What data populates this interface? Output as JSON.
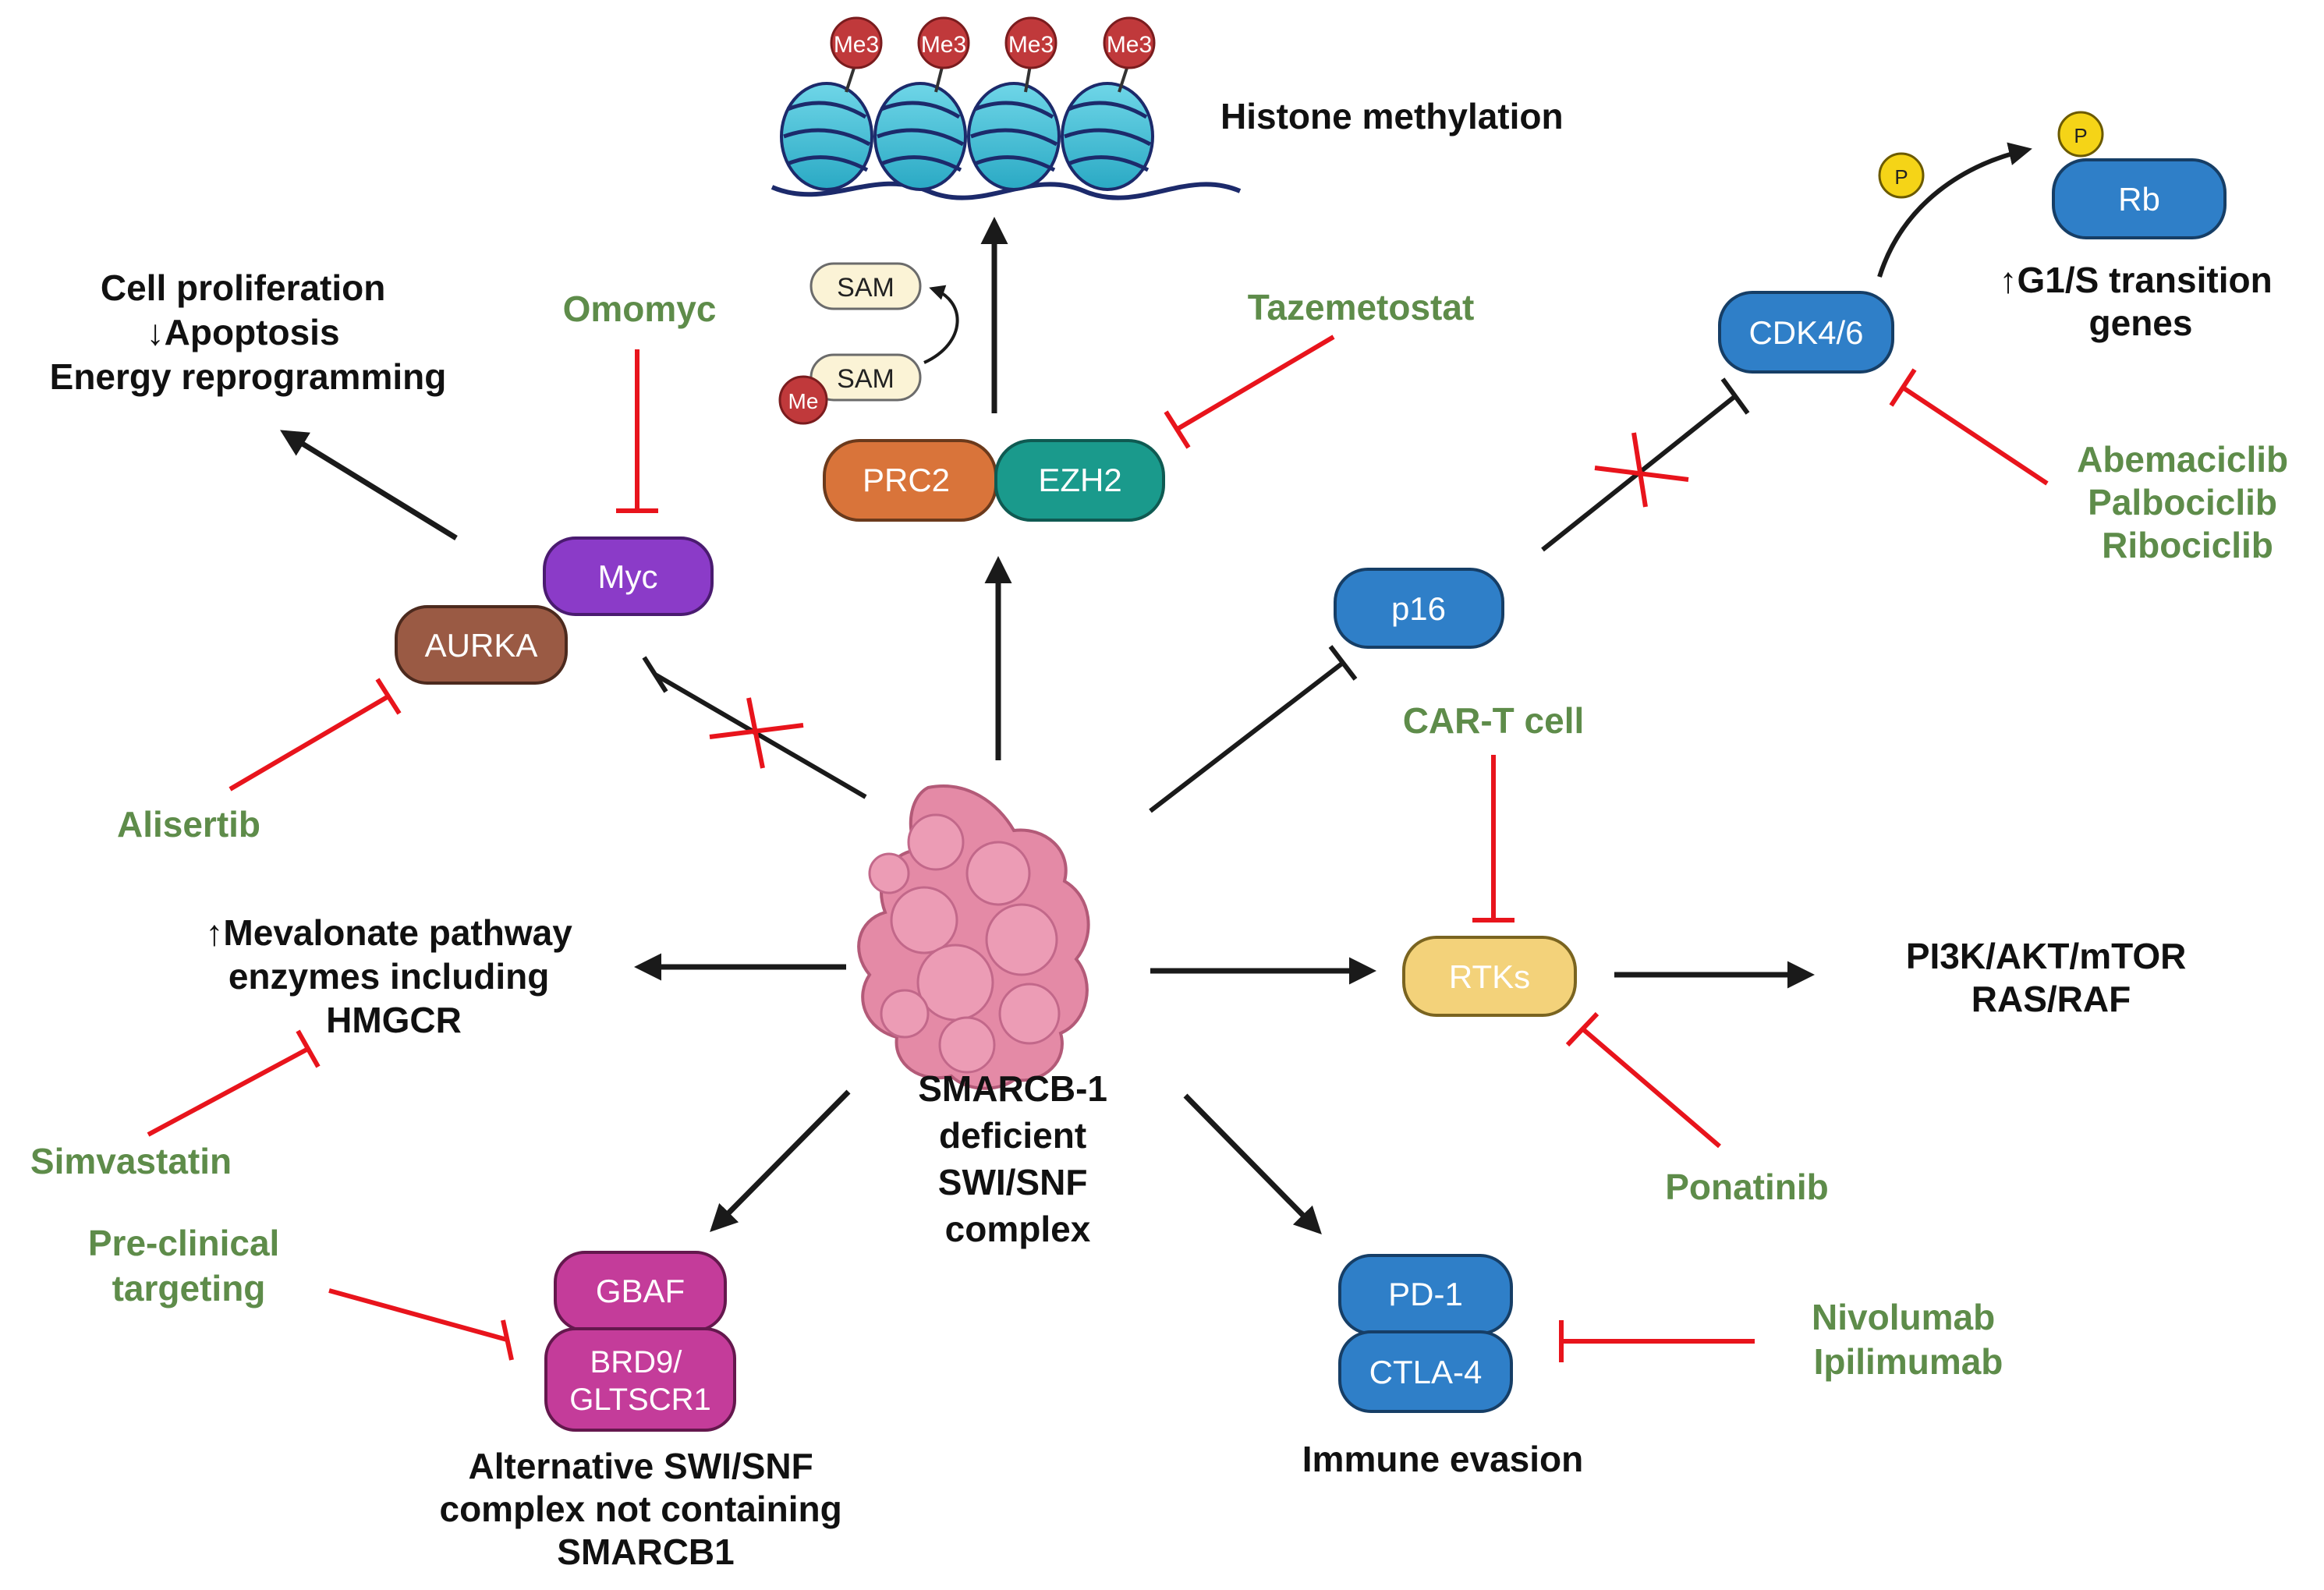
{
  "histone": {
    "me3_labels": [
      "Me3",
      "Me3",
      "Me3",
      "Me3"
    ],
    "title": "Histone methylation"
  },
  "sam": {
    "top": "SAM",
    "bottom": "SAM",
    "me": "Me"
  },
  "prc2": {
    "left": "PRC2",
    "right": "EZH2"
  },
  "tazemetostat": "Tazemetostat",
  "cell_outcomes": [
    "Cell proliferation",
    "↓Apoptosis",
    "Energy reprogramming"
  ],
  "omomyc": "Omomyc",
  "myc": "Myc",
  "aurka": "AURKA",
  "alisertib": "Alisertib",
  "cdk": {
    "p_small": "P",
    "rb": "Rb",
    "cdk46": "CDK4/6",
    "g1s": [
      "↑G1/S transition",
      "genes"
    ]
  },
  "cdk_drugs": [
    "Abemaciclib",
    "Palbociclib",
    "Ribociclib"
  ],
  "p16": "p16",
  "cart": "CAR-T cell",
  "rtks": "RTKs",
  "pi3k": [
    "PI3K/AKT/mTOR",
    "RAS/RAF"
  ],
  "ponatinib": "Ponatinib",
  "mevalonate": [
    "↑Mevalonate pathway",
    "enzymes including",
    "HMGCR"
  ],
  "simvastatin": "Simvastatin",
  "center": [
    "SMARCB-1",
    "deficient",
    "SWI/SNF",
    "complex"
  ],
  "preclinical": [
    "Pre-clinical",
    "targeting"
  ],
  "gbaf": {
    "top": "GBAF",
    "bottom": [
      "BRD9/",
      "GLTSCR1"
    ]
  },
  "alternative": [
    "Alternative SWI/SNF",
    "complex not containing",
    "SMARCB1"
  ],
  "immune": {
    "pd1": "PD-1",
    "ctla4": "CTLA-4",
    "label": "Immune evasion"
  },
  "immune_drugs": [
    "Nivolumab",
    "Ipilimumab"
  ],
  "colors": {
    "drug_green": "#5e8c4a",
    "inhibit_red": "#e8141c",
    "prc2_orange": "#d9743a",
    "ezh2_teal": "#1a9a8c",
    "myc_purple": "#8b3bc8",
    "aurka_brown": "#9a5a44",
    "blue": "#2f7fc8",
    "rtk_yellow": "#f3d27a",
    "gbaf_magenta": "#c43c9a",
    "protein_pink": "#e48aa6"
  }
}
